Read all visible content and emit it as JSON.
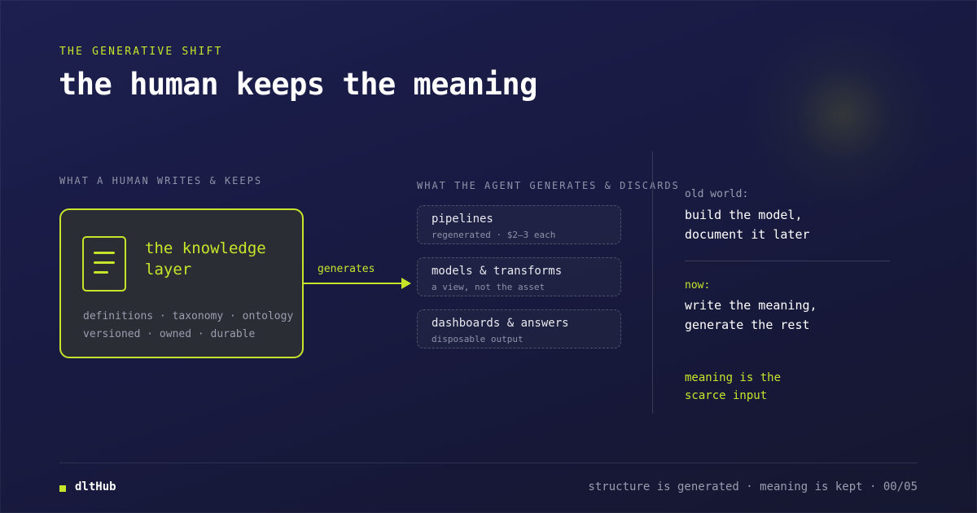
{
  "header": {
    "eyebrow": "THE GENERATIVE SHIFT",
    "title": "the human keeps the meaning"
  },
  "human_column": {
    "label": "WHAT A HUMAN WRITES & KEEPS",
    "card_title": "the knowledge layer",
    "tags_line1": "definitions · taxonomy · ontology",
    "tags_line2": "versioned · owned · durable",
    "icon": "document-icon"
  },
  "connector": {
    "label": "generates"
  },
  "agent_column": {
    "label": "WHAT THE AGENT GENERATES & DISCARDS",
    "items": [
      {
        "title": "pipelines",
        "subtitle": "regenerated · $2–3 each"
      },
      {
        "title": "models & transforms",
        "subtitle": "a view, not the asset"
      },
      {
        "title": "dashboards & answers",
        "subtitle": "disposable output"
      }
    ]
  },
  "sidebar": {
    "old_label": "old world:",
    "old_line1": "build the model,",
    "old_line2": "document it later",
    "now_label": "now:",
    "now_line1": "write the meaning,",
    "now_line2": "generate the rest",
    "takeaway_line1": "meaning is the",
    "takeaway_line2": "scarce input"
  },
  "footer": {
    "brand": "dltHub",
    "text": "structure is generated · meaning is kept · 00/05"
  },
  "colors": {
    "accent": "#c6e52a",
    "background": "#16173a",
    "muted": "#8f93a8"
  }
}
